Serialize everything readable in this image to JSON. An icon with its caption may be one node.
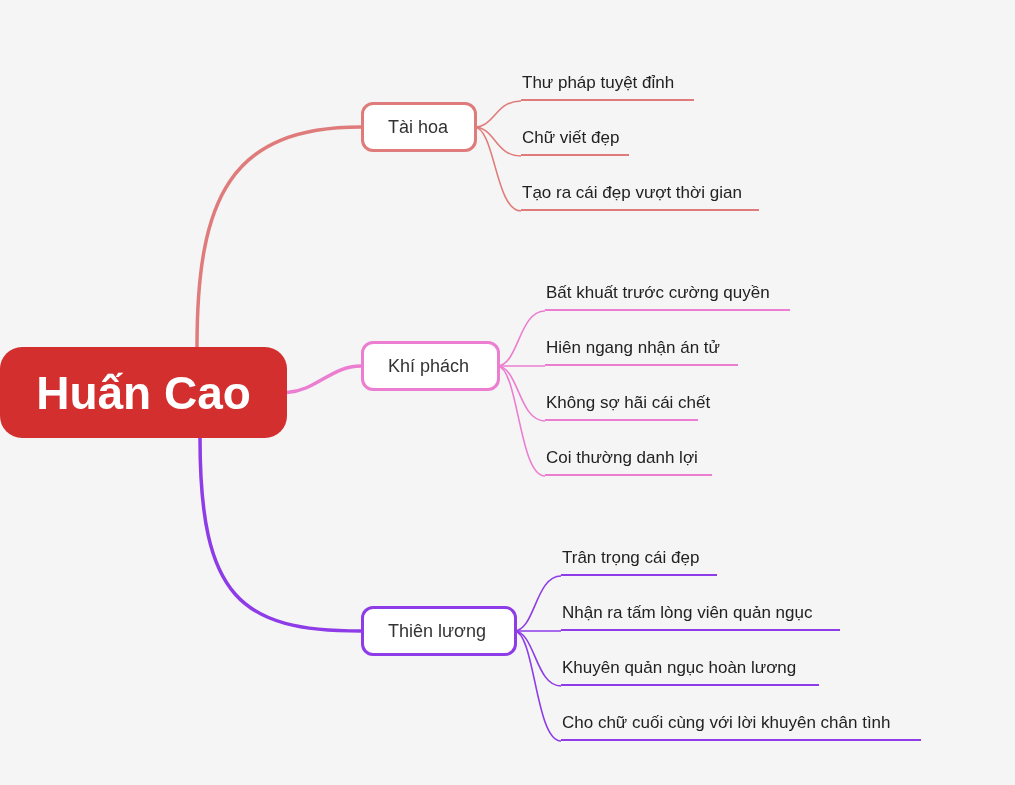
{
  "diagram": {
    "nodes": [
      {
        "text": [
          "Huấn Cao"
        ]
      },
      {
        "text": [
          "Tài hoa"
        ]
      },
      {
        "text": [
          "Thư pháp tuyệt đỉnh"
        ]
      },
      {
        "text": [
          "Chữ viết đẹp"
        ]
      },
      {
        "text": [
          "Tạo ra cái đẹp vượt thời gian"
        ]
      },
      {
        "text": [
          "Khí phách"
        ]
      },
      {
        "text": [
          "Bất khuất trước cường quyền"
        ]
      },
      {
        "text": [
          "Hiên ngang nhận án tử"
        ]
      },
      {
        "text": [
          "Không sợ hãi cái chết"
        ]
      },
      {
        "text": [
          "Coi thường danh lợi"
        ]
      },
      {
        "text": [
          "Thiên lương"
        ]
      },
      {
        "text": [
          "Trân trọng cái đẹp"
        ]
      },
      {
        "text": [
          "Nhận ra tấm lòng viên quản ngục"
        ]
      },
      {
        "text": [
          "Khuyên quản ngục hoàn lương"
        ]
      },
      {
        "text": [
          "Cho chữ cuối cùng với lời khuyên chân tình"
        ]
      }
    ],
    "edges": [
      {
        "from": 0,
        "to": 1,
        "arrow": "none",
        "style": "thick",
        "color": "#e07b7b"
      },
      {
        "from": 1,
        "to": 2,
        "arrow": "none",
        "color": "#e07b7b"
      },
      {
        "from": 1,
        "to": 3,
        "arrow": "none",
        "color": "#e07b7b"
      },
      {
        "from": 1,
        "to": 4,
        "arrow": "none",
        "color": "#e07b7b"
      },
      {
        "from": 0,
        "to": 5,
        "arrow": "none",
        "style": "thick",
        "color": "#ec7ed2"
      },
      {
        "from": 5,
        "to": 6,
        "arrow": "none",
        "color": "#ec7ed2"
      },
      {
        "from": 5,
        "to": 7,
        "arrow": "none",
        "color": "#ec7ed2"
      },
      {
        "from": 5,
        "to": 8,
        "arrow": "none",
        "color": "#ec7ed2"
      },
      {
        "from": 5,
        "to": 9,
        "arrow": "none",
        "color": "#ec7ed2"
      },
      {
        "from": 0,
        "to": 10,
        "arrow": "none",
        "style": "thick",
        "color": "#8e3be8"
      },
      {
        "from": 10,
        "to": 11,
        "arrow": "none",
        "color": "#8e3be8"
      },
      {
        "from": 10,
        "to": 12,
        "arrow": "none",
        "color": "#8e3be8"
      },
      {
        "from": 10,
        "to": 13,
        "arrow": "none",
        "color": "#8e3be8"
      },
      {
        "from": 10,
        "to": 14,
        "arrow": "none",
        "color": "#8e3be8"
      }
    ]
  }
}
